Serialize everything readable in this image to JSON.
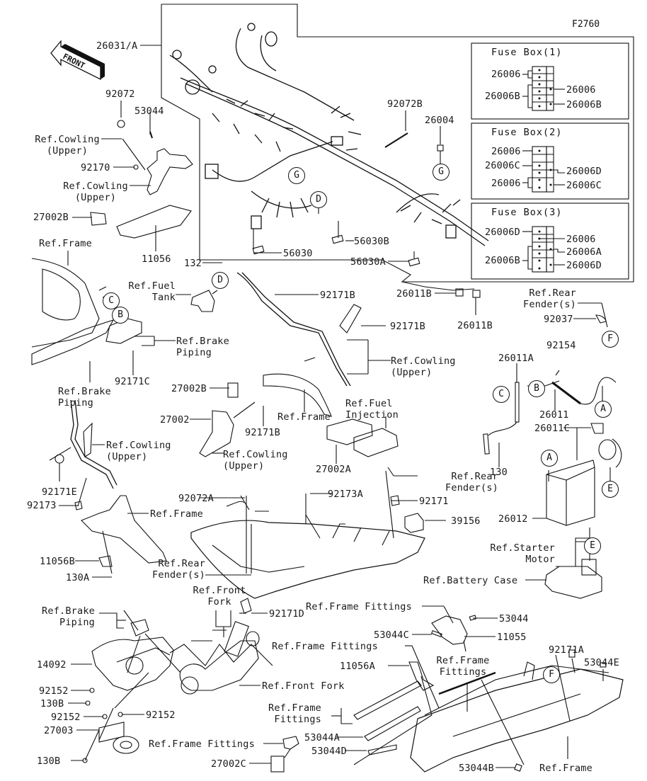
{
  "figure_id": "F2760",
  "front_label": "FRONT",
  "main_harness": "26031/A",
  "fuse_boxes": [
    {
      "title": "Fuse Box(1)",
      "left_labels": [
        "26006",
        "26006B"
      ],
      "right_labels": [
        "26006",
        "26006B"
      ]
    },
    {
      "title": "Fuse Box(2)",
      "left_labels": [
        "26006",
        "26006C",
        "26006"
      ],
      "right_labels": [
        "26006D",
        "26006C"
      ]
    },
    {
      "title": "Fuse Box(3)",
      "left_labels": [
        "26006D",
        "26006B"
      ],
      "right_labels": [
        "26006",
        "26006A",
        "26006D"
      ]
    }
  ],
  "callouts": {
    "c92072": "92072",
    "c53044": "53044",
    "refCowlingUpper1": "Ref.Cowling\n(Upper)",
    "c92170": "92170",
    "refCowlingUpper2": "Ref.Cowling\n(Upper)",
    "c27002B": "27002B",
    "c11056": "11056",
    "refFrame1": "Ref.Frame",
    "c132": "132",
    "refFuelTank": "Ref.Fuel\nTank",
    "c56030": "56030",
    "c56030B": "56030B",
    "c56030A": "56030A",
    "c92072B": "92072B",
    "c26004": "26004",
    "c26011B_1": "26011B",
    "c26011B_2": "26011B",
    "refRearFender1": "Ref.Rear\nFender(s)",
    "c92037": "92037",
    "c92171B_1": "92171B",
    "c92171B_2": "92171B",
    "refBrakePiping1": "Ref.Brake\nPiping",
    "c92171C": "92171C",
    "refBrakePiping2": "Ref.Brake\nPiping",
    "refCowlingUpper3": "Ref.Cowling\n(Upper)",
    "c27002B_2": "27002B",
    "c27002": "27002",
    "c92171B_3": "92171B",
    "refCowlingUpper4": "Ref.Cowling\n(Upper)",
    "refFrame2": "Ref.Frame",
    "refFuelInjection": "Ref.Fuel\nInjection",
    "c92154": "92154",
    "c26011A": "26011A",
    "c26011": "26011",
    "c26011C": "26011C",
    "c130": "130",
    "c27002A": "27002A",
    "refCowlingUpper5": "Ref.Cowling\n(Upper)",
    "c92171E": "92171E",
    "c92173": "92173",
    "refFrame3": "Ref.Frame",
    "c11056B": "11056B",
    "c130A": "130A",
    "refRearFender2": "Ref.Rear\nFender(s)",
    "c92072A": "92072A",
    "c92173A": "92173A",
    "refRearFender3": "Ref.Rear\nFender(s)",
    "c92171": "92171",
    "c39156": "39156",
    "c26012": "26012",
    "refStarterMotor": "Ref.Starter\nMotor",
    "refBatteryCase": "Ref.Battery Case",
    "refFrontFork1": "Ref.Front\nFork",
    "c92171D": "92171D",
    "refBrakePiping3": "Ref.Brake\nPiping",
    "c14092": "14092",
    "refFrontFork2": "Ref.Front Fork",
    "c92152_1": "92152",
    "c130B_1": "130B",
    "c92152_2": "92152",
    "c92152_3": "92152",
    "c27003": "27003",
    "c130B_2": "130B",
    "refFrameFittings1": "Ref.Frame Fittings",
    "c53044_2": "53044",
    "c53044C": "53044C",
    "c11055": "11055",
    "refFrameFittings2": "Ref.Frame Fittings",
    "c11056A": "11056A",
    "refFrameFittings3": "Ref.Frame\nFittings",
    "c92171A": "92171A",
    "c53044E": "53044E",
    "refFrameFittings4": "Ref.Frame\nFittings",
    "c53044A": "53044A",
    "c53044D": "53044D",
    "refFrameFittings5": "Ref.Frame Fittings",
    "c27002C": "27002C",
    "c53044B": "53044B",
    "refFrame4": "Ref.Frame"
  },
  "reference_circles": {
    "G1": "G",
    "G2": "G",
    "D1": "D",
    "D2": "D",
    "C1": "C",
    "B1": "B",
    "C2": "C",
    "B2": "B",
    "A1": "A",
    "A2": "A",
    "E1": "E",
    "E2": "E",
    "F1": "F",
    "F2": "F"
  }
}
